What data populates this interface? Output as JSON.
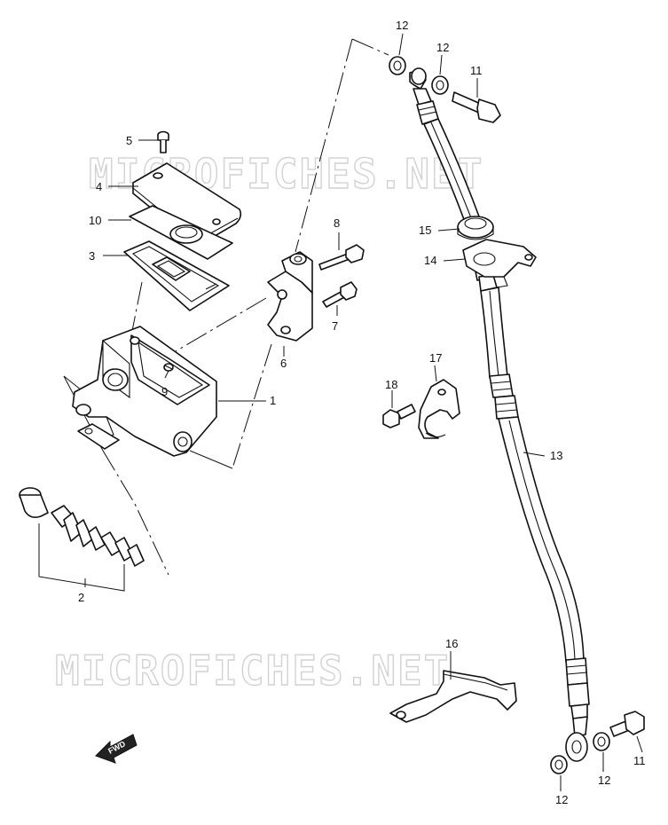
{
  "watermark": "MICROFICHES.NET",
  "fwd_label": "FWD",
  "callouts": {
    "master_cylinder": "1",
    "piston_kit": "2",
    "diaphragm": "3",
    "reservoir_cap": "4",
    "cap_screw": "5",
    "holder": "6",
    "holder_bolt_lower": "7",
    "holder_bolt_upper": "8",
    "bleeder_cap": "9",
    "diaphragm_plate": "10",
    "union_bolt_top": "11",
    "gasket_top_left": "12",
    "gasket_top_right": "12",
    "brake_hose": "13",
    "hose_clamp": "14",
    "grommet": "15",
    "hose_bracket": "16",
    "clamp": "17",
    "clamp_bolt": "18",
    "union_bolt_bottom": "11",
    "gasket_bottom_left": "12",
    "gasket_bottom_right": "12"
  }
}
